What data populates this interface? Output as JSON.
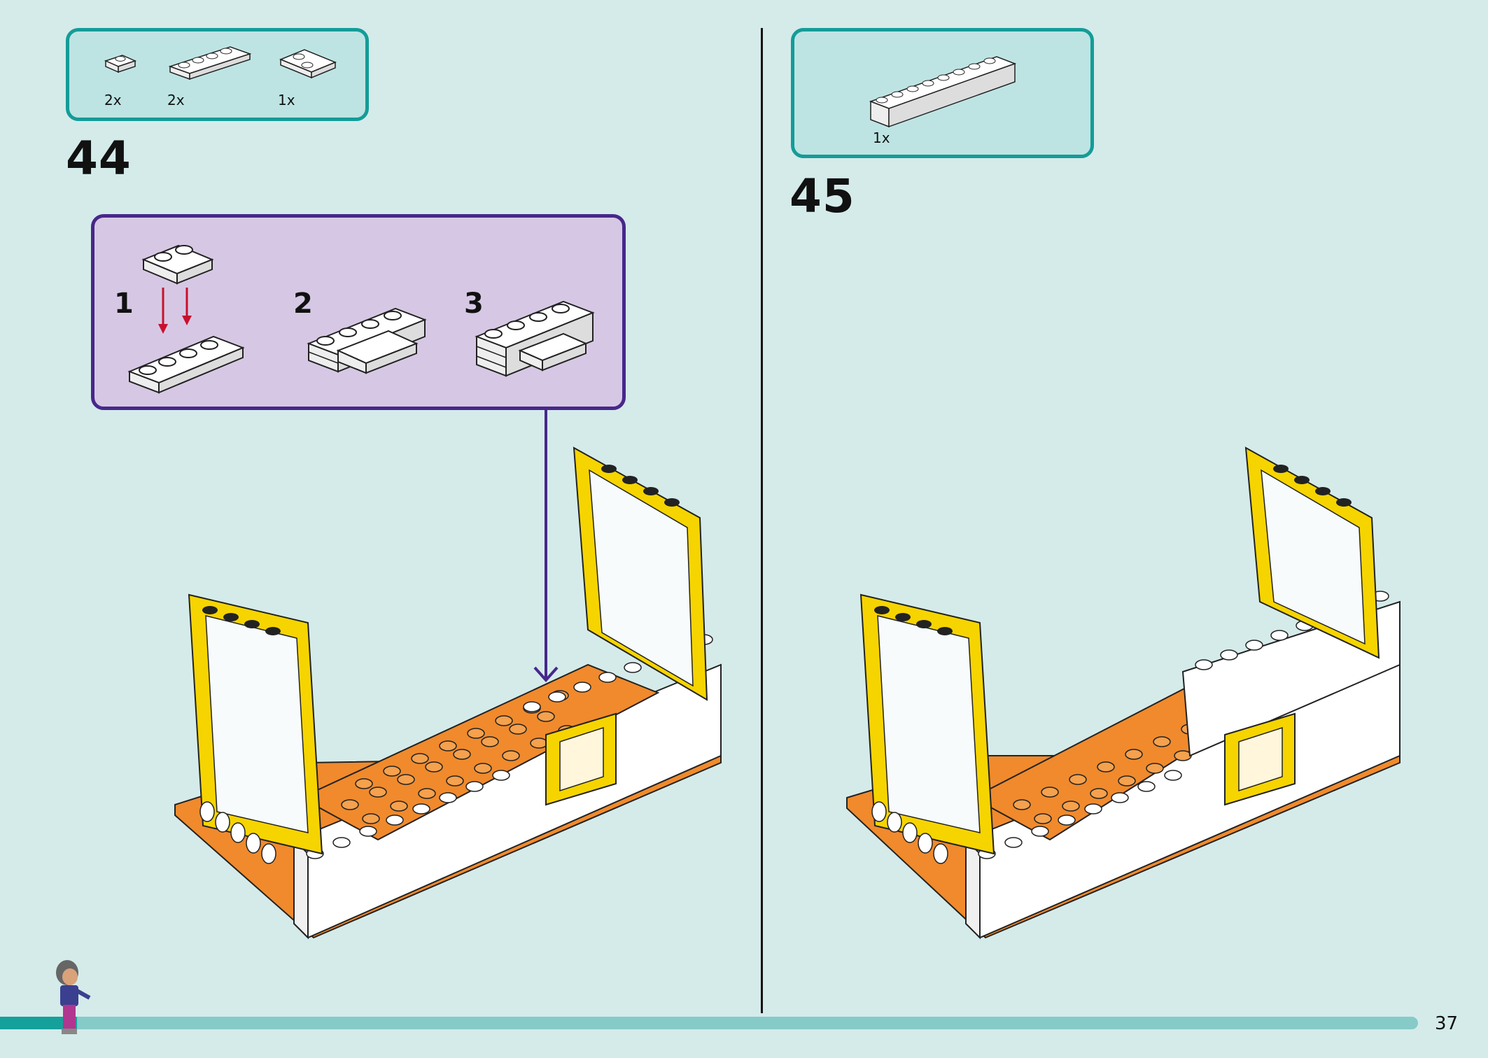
{
  "page": {
    "number": "37"
  },
  "step44": {
    "number": "44",
    "parts": [
      {
        "qty": "2x",
        "name": "1x1 white plate"
      },
      {
        "qty": "2x",
        "name": "1x4 white plate"
      },
      {
        "qty": "1x",
        "name": "2x3 white wedge plate"
      }
    ],
    "sub_steps": [
      "1",
      "2",
      "3"
    ]
  },
  "step45": {
    "number": "45",
    "parts": [
      {
        "qty": "1x",
        "name": "1x8 white brick"
      }
    ]
  },
  "progress": {
    "fraction": 0.05
  },
  "colors": {
    "parts_border": "#149c98",
    "sub_border": "#48278a",
    "background": "#d4ebea",
    "yellow": "#f6d400",
    "orange": "#f08a2c"
  },
  "icons": {
    "minifigure": "friends-minifigure-icon",
    "arrow": "assembly-arrow-icon"
  }
}
